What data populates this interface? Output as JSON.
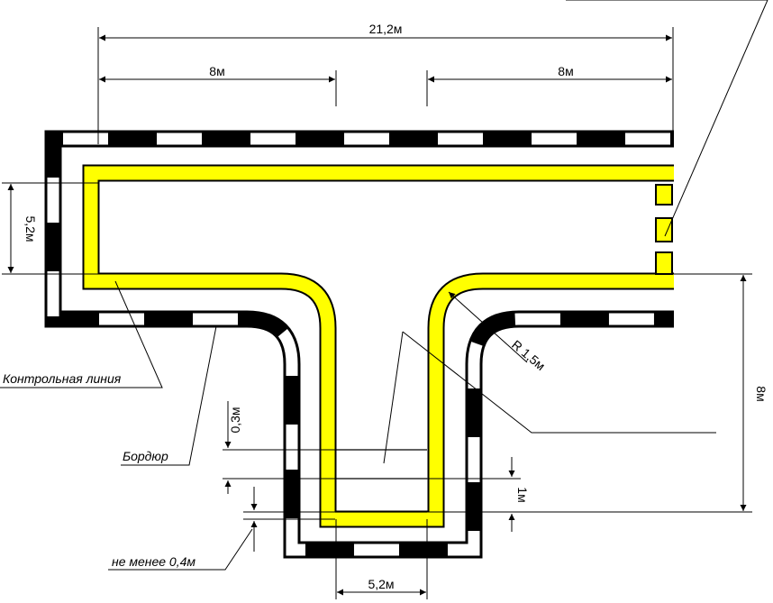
{
  "dimensions": {
    "overall_width": "21,2м",
    "left_width": "8м",
    "right_width": "8м",
    "road_width_vertical": "5,2м",
    "radius": "R 1,5м",
    "stem_length": "8м",
    "line_width": "0,3м",
    "gap": "1м",
    "stem_width": "5,2м"
  },
  "captions": {
    "control_line": "Контрольная линия",
    "curb": "Бордюр",
    "min_distance": "не менее 0,4м"
  },
  "colors": {
    "control_line": "#ffff00",
    "curb_dark": "#000000",
    "curb_light": "#ffffff"
  }
}
